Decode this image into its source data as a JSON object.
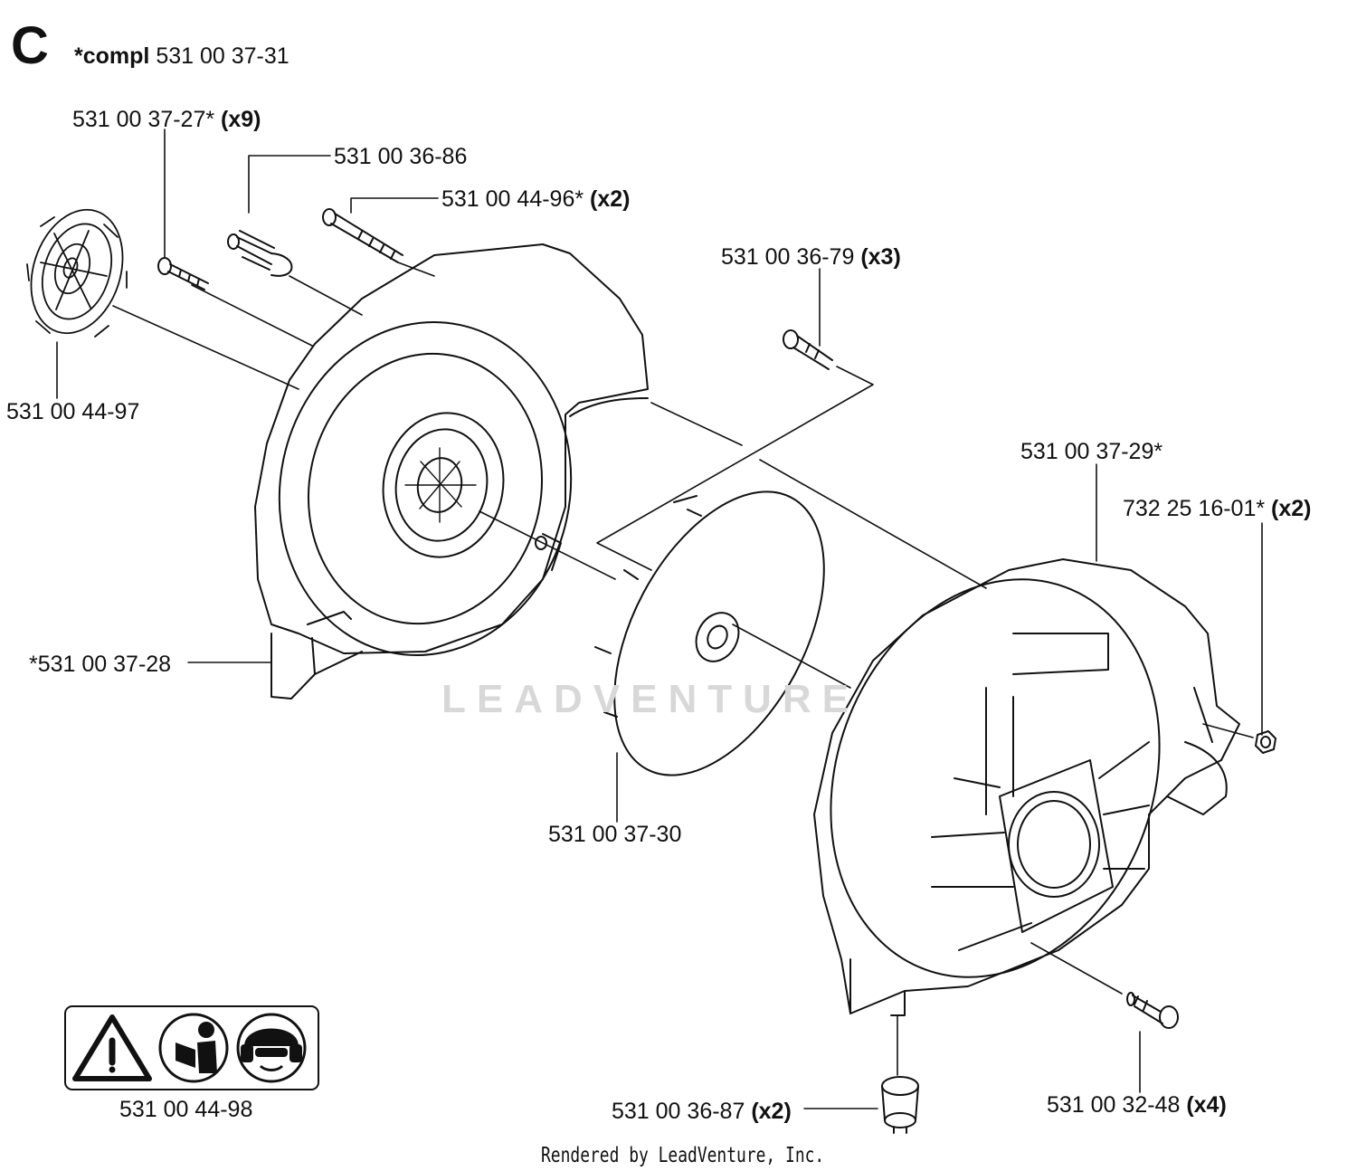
{
  "section_letter": "C",
  "complete": {
    "prefix": "*compl",
    "part": "531 00 37-31"
  },
  "labels": [
    {
      "id": "l1",
      "part": "531 00 37-27*",
      "qty": "(x9)"
    },
    {
      "id": "l2",
      "part": "531 00 36-86",
      "qty": ""
    },
    {
      "id": "l3",
      "part": "531 00 44-96*",
      "qty": "(x2)"
    },
    {
      "id": "l4",
      "part": "531 00 36-79",
      "qty": "(x3)"
    },
    {
      "id": "l5",
      "part": "531 00 44-97",
      "qty": ""
    },
    {
      "id": "l6",
      "part": "531 00 37-29*",
      "qty": ""
    },
    {
      "id": "l7",
      "part": "732 25 16-01*",
      "qty": "(x2)"
    },
    {
      "id": "l8",
      "part": "*531 00 37-28",
      "qty": ""
    },
    {
      "id": "l9",
      "part": "531 00 37-30",
      "qty": ""
    },
    {
      "id": "l10",
      "part": "531 00 44-98",
      "qty": ""
    },
    {
      "id": "l11",
      "part": "531 00 36-87",
      "qty": "(x2)"
    },
    {
      "id": "l12",
      "part": "531 00 32-48",
      "qty": "(x4)"
    }
  ],
  "watermark": "LEADVENTURE",
  "footer": "Rendered by LeadVenture, Inc.",
  "icons": [
    "warning-icon",
    "read-manual-icon",
    "ear-eye-protection-icon"
  ]
}
